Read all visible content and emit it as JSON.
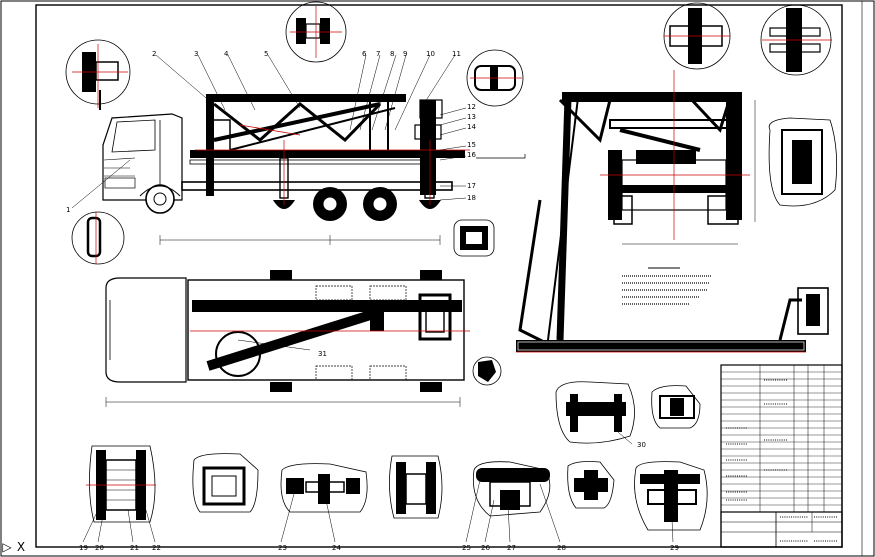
{
  "callouts_top": [
    "1",
    "2",
    "3",
    "4",
    "5",
    "6",
    "7",
    "8",
    "9",
    "10",
    "11",
    "12",
    "13",
    "14",
    "15",
    "16",
    "17",
    "18"
  ],
  "callouts_bottom": [
    "19",
    "20",
    "21",
    "22",
    "23",
    "24",
    "25",
    "26",
    "27",
    "28",
    "29"
  ],
  "callout_30": "30",
  "callout_31": "31",
  "nav": {
    "arrow": "▷",
    "cross": "X"
  }
}
